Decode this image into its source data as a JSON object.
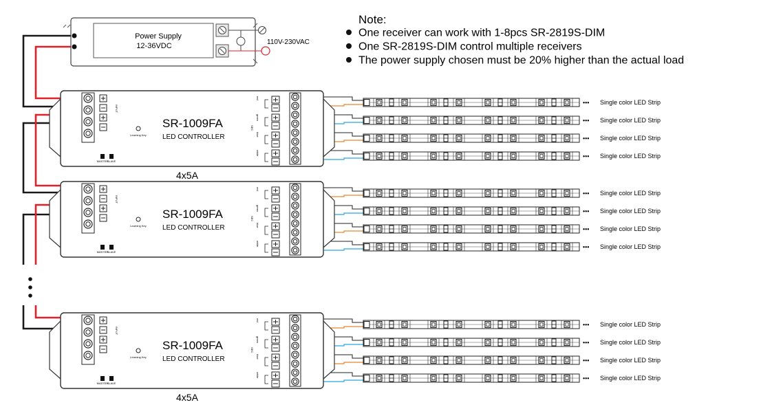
{
  "note": {
    "title": "Note:",
    "items": [
      "One receiver can work with 1-8pcs SR-2819S-DIM",
      "One SR-2819S-DIM control multiple receivers",
      "The power supply chosen must be 20% higher than the actual load"
    ]
  },
  "power_supply": {
    "label_line1": "Power Supply",
    "label_line2": "12-36VDC",
    "ac_label": "110V-230VAC"
  },
  "controllers": [
    {
      "model": "SR-1009FA",
      "subtitle": "LED CONTROLLER",
      "rating": "4x5A"
    },
    {
      "model": "SR-1009FA",
      "subtitle": "LED CONTROLLER",
      "rating": ""
    },
    {
      "model": "SR-1009FA",
      "subtitle": "LED CONTROLLER",
      "rating": "4x5A"
    }
  ],
  "controller_labels": {
    "learning_key": "Learning Key",
    "master": "MASTER",
    "slave": "SLAVE",
    "input": "INPUT",
    "sec": "SEC",
    "channels": [
      "red",
      "green",
      "blue",
      "white"
    ]
  },
  "strip": {
    "label": "Single color LED Strip",
    "ellipsis": "•••"
  },
  "colors": {
    "red_wire": "#e0202a",
    "black_wire": "#1a1a1a",
    "orange_wire": "#e8862a",
    "blue_wire": "#2aa8dc",
    "outline": "#333333"
  }
}
